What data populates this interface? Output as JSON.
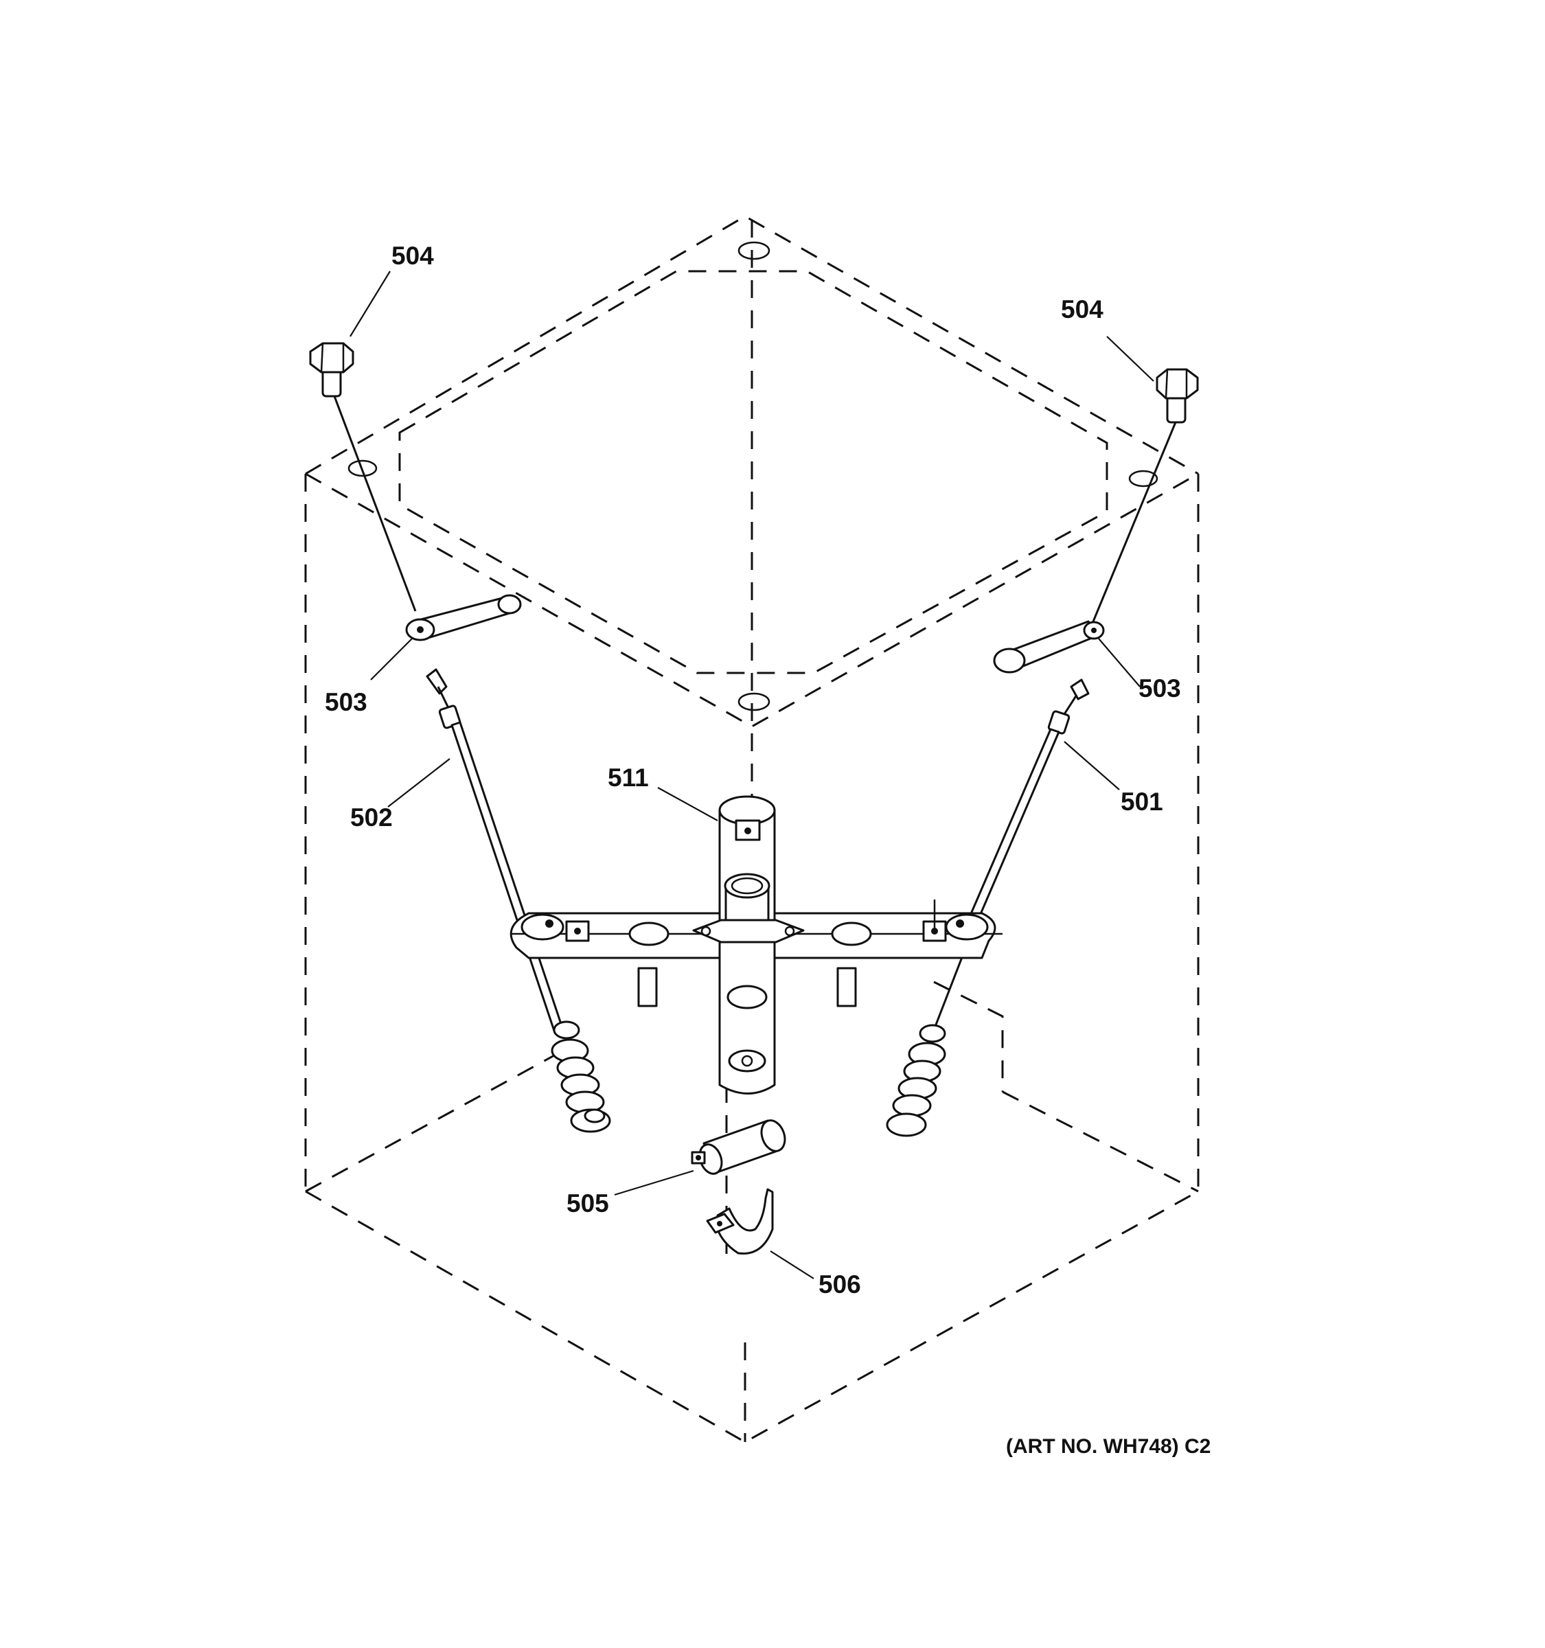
{
  "labels": {
    "p504_left": "504",
    "p504_right": "504",
    "p503_left": "503",
    "p503_right": "503",
    "p502": "502",
    "p501": "501",
    "p511": "511",
    "p505": "505",
    "p506": "506"
  },
  "art_number": "(ART NO. WH748) C2"
}
